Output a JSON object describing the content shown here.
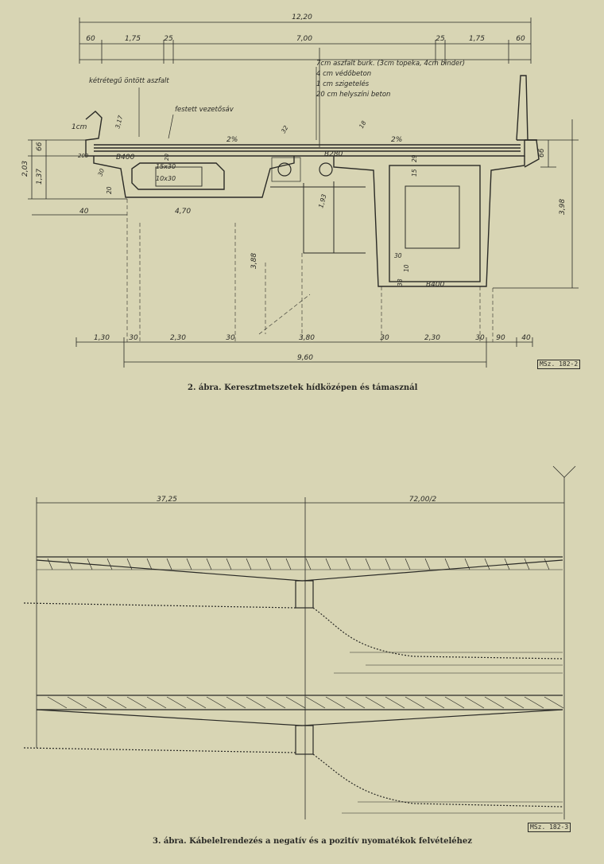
{
  "fig2": {
    "caption": "2. ábra. Keresztmetszetek hídközépen és támasznál",
    "stamp": "MSz. 182-2",
    "dims": {
      "total_top": "12,20",
      "d60l": "60",
      "d175l": "1,75",
      "d25l": "25",
      "d700": "7,00",
      "d25r": "25",
      "d175r": "1,75",
      "d60r": "60",
      "h203": "2,03",
      "h66l": "66",
      "h137": "1,37",
      "h398": "3,98",
      "h66r": "66",
      "h388": "3,88",
      "h193": "1,93",
      "d40": "40",
      "d470": "4,70",
      "d30v": "30",
      "d20v": "20",
      "b130": "1,30",
      "b30a": "30",
      "b230a": "2,30",
      "b30b": "30",
      "b380": "3,80",
      "b30c": "30",
      "b230b": "2,30",
      "b30d": "30",
      "b90": "90",
      "b40": "40",
      "total_bottom": "9,60",
      "d1cm": "1cm",
      "d200": "200",
      "d317": "3,17",
      "d32": "32",
      "d18": "18",
      "d29": "29",
      "d15": "15",
      "d30r": "30",
      "d38": "38",
      "d10": "10",
      "d20s": "20"
    },
    "labels": {
      "asphalt_layers": [
        "7cm aszfalt burk. (3cm topeka, 4cm binder)",
        "4 cm védőbeton",
        "1 cm szigetelés",
        "20 cm helyszíni beton"
      ],
      "kettreg": "kétrétegű öntött aszfalt",
      "festett": "festett vezetősáv",
      "slope_l": "2%",
      "slope_r": "2%",
      "b400a": "B400",
      "b400b": "B400",
      "b280": "B280",
      "void1": "15x30",
      "void2": "10x30"
    }
  },
  "fig3": {
    "caption": "3. ábra. Kábelelrendezés a negatív és a pozitív nyomatékok felvételéhez",
    "stamp": "MSz. 182-3",
    "dims": {
      "span": "37,25",
      "half": "72,00/2"
    }
  },
  "colors": {
    "paper": "#d8d5b4",
    "ink": "#2a2a26"
  }
}
